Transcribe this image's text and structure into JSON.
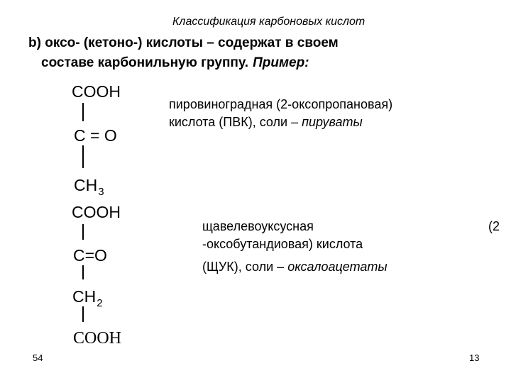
{
  "slide": {
    "title": "Классификация карбоновых кислот",
    "heading_line1": "b) оксо- (кетоно-) кислоты – содержат в своем",
    "heading_line2": "составе карбонильную группу.",
    "example_label": "Пример:",
    "footer_left": "54",
    "footer_right": "13"
  },
  "pyruvic": {
    "formula": {
      "top": "COOH",
      "middle": "C = O",
      "bottom_base": "CH",
      "bottom_sub": "3"
    },
    "description_line1": "пировиноградная (2-оксопропановая)",
    "description_line2_plain": "кислота (ПВК), соли – ",
    "description_line2_italic": "пируваты"
  },
  "oxaloacetic": {
    "formula": {
      "top": "COOH",
      "middle": "C=O",
      "ch_base": "CH",
      "ch_sub": "2",
      "bottom": "COOH"
    },
    "description_line1_left": "щавелевоуксусная",
    "description_line1_right": "(2",
    "description_line2": "-оксобутандиовая) кислота",
    "description_line3_plain": "(ЩУК), соли – ",
    "description_line3_italic": "оксалоацетаты"
  }
}
